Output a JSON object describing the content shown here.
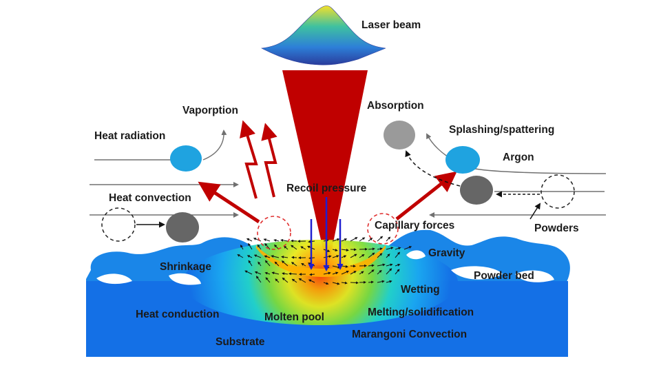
{
  "labels": {
    "laser_beam": "Laser beam",
    "vaporption": "Vaporption",
    "absorption": "Absorption",
    "heat_radiation": "Heat radiation",
    "splashing": "Splashing/spattering",
    "argon": "Argon",
    "heat_convection": "Heat convection",
    "recoil_pressure": "Recoil pressure",
    "powders": "Powders",
    "capillary_forces": "Capillary forces",
    "gravity": "Gravity",
    "shrinkage": "Shrinkage",
    "powder_bed": "Powder bed",
    "wetting": "Wetting",
    "heat_conduction": "Heat conduction",
    "molten_pool": "Molten pool",
    "melting_solidification": "Melting/solidification",
    "marangoni": "Marangoni Convection",
    "substrate": "Substrate"
  },
  "colors": {
    "beam": "#c00000",
    "arrow_red": "#c00000",
    "recoil_arrow": "#1f1fd0",
    "particle_blue": "#1fa3e0",
    "particle_gray": "#666666",
    "particle_light": "#9a9a9a",
    "substrate": "#1470e6",
    "flow_line": "#707070"
  }
}
